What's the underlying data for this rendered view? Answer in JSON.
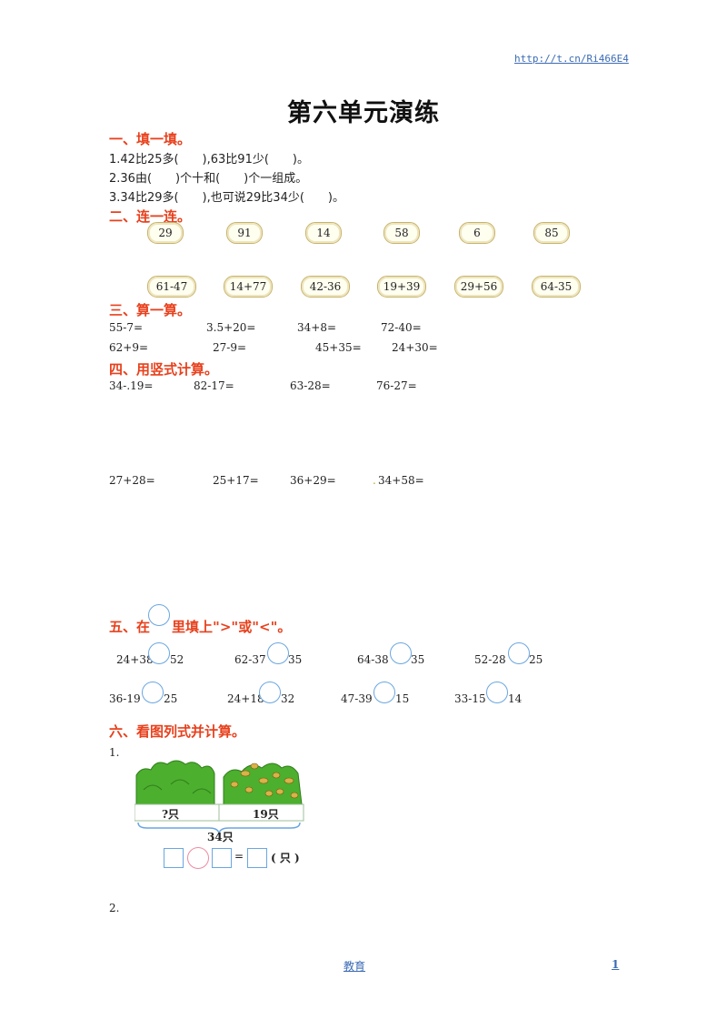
{
  "header": {
    "url": "http://t.cn/Ri466E4"
  },
  "title": "第六单元演练",
  "s1": {
    "heading": "一、填一填。",
    "lines": [
      "1.42比25多(　　),63比91少(　　)。",
      "2.36由(　　)个十和(　　)个一组成。",
      "3.34比29多(　　),也可说29比34少(　　)。"
    ]
  },
  "s2": {
    "heading": "二、连一连。",
    "top": [
      "29",
      "91",
      "14",
      "58",
      "6",
      "85"
    ],
    "bottom": [
      "61-47",
      "14+77",
      "42-36",
      "19+39",
      "29+56",
      "64-35"
    ]
  },
  "s3": {
    "heading": "三、算一算。",
    "row1": [
      "55-7=",
      "3.5+20=",
      "34+8=",
      "72-40="
    ],
    "row2": [
      "62+9=",
      "27-9=",
      "45+35=",
      "24+30="
    ]
  },
  "s4": {
    "heading": "四、用竖式计算。",
    "row1": [
      "34-.19=",
      "82-17=",
      "63-28=",
      "76-27="
    ],
    "row2": [
      "27+28=",
      "25+17=",
      "36+29=",
      "34+58="
    ],
    "dot": "."
  },
  "s5": {
    "heading_a": "五、在",
    "heading_b": "里填上\">\"或\"<\"。",
    "row1": [
      [
        "24+38",
        "52"
      ],
      [
        "62-37",
        "35"
      ],
      [
        "64-38",
        "35"
      ],
      [
        "52-28",
        "25"
      ]
    ],
    "row2": [
      [
        "36-19",
        "25"
      ],
      [
        "24+18",
        "32"
      ],
      [
        "47-39",
        "15"
      ],
      [
        "33-15",
        "14"
      ]
    ]
  },
  "s6": {
    "heading": "六、看图列式并计算。",
    "q1": "1.",
    "q2": "2.",
    "left_label": "?只",
    "right_label": "19只",
    "total_label": "34只",
    "equals": "=",
    "unit": "( 只 )"
  },
  "footer": {
    "center": "教育",
    "page": "1"
  },
  "colors": {
    "heading": "#e8401c",
    "link": "#3b6bb5",
    "circle": "#6aa6e0",
    "bush": "#4caf2e"
  }
}
